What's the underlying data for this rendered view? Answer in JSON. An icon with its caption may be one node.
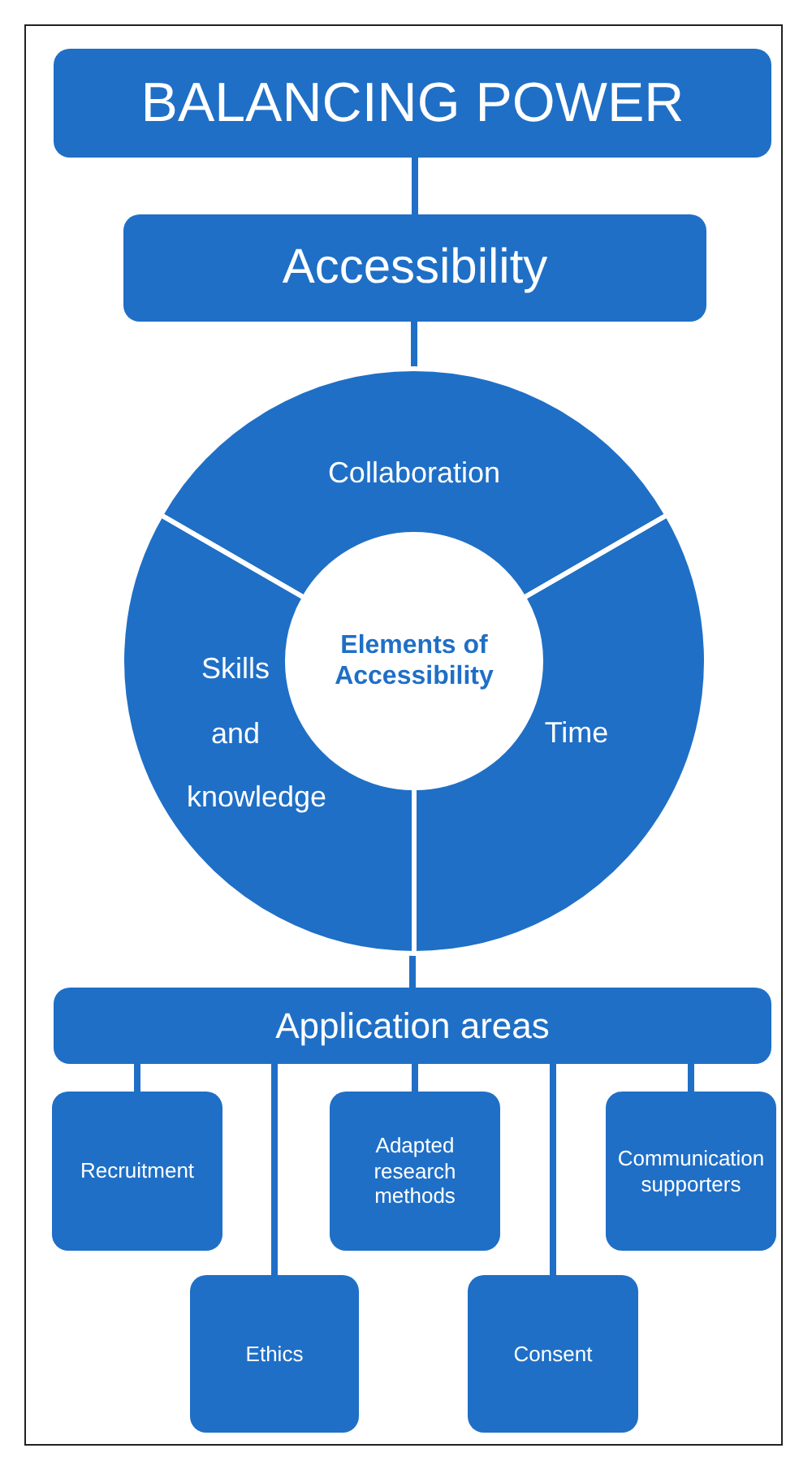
{
  "diagram": {
    "nodes": [
      {
        "text": [
          "BALANCING POWER"
        ]
      },
      {
        "text": [
          "Accessibility"
        ]
      },
      {
        "text": [],
        "shape": "circle"
      },
      {
        "text": [
          "Collaboration"
        ],
        "in": 2
      },
      {
        "text": [
          "Skills and knowledge"
        ],
        "in": 2
      },
      {
        "text": [
          "Elements of Accessibility"
        ],
        "in": 2
      },
      {
        "text": [
          "Time"
        ],
        "in": 2
      },
      {
        "text": [
          "Application areas"
        ]
      },
      {
        "text": [
          "Recruitment"
        ]
      },
      {
        "text": [
          "Ethics"
        ]
      },
      {
        "text": [
          "Adapted research methods"
        ]
      },
      {
        "text": [
          "Consent"
        ]
      },
      {
        "text": [
          "Communication supporters"
        ]
      }
    ],
    "edges": [
      {
        "from": 0,
        "to": 1,
        "arrow": "none"
      },
      {
        "from": 1,
        "to": 2,
        "arrow": "none"
      },
      {
        "from": 2,
        "to": 7,
        "arrow": "none"
      },
      {
        "from": 7,
        "to": 8,
        "arrow": "none"
      },
      {
        "from": 7,
        "to": 9,
        "arrow": "none"
      },
      {
        "from": 7,
        "to": 10,
        "arrow": "none"
      },
      {
        "from": 7,
        "to": 11,
        "arrow": "none"
      },
      {
        "from": 7,
        "to": 12,
        "arrow": "none"
      }
    ]
  }
}
